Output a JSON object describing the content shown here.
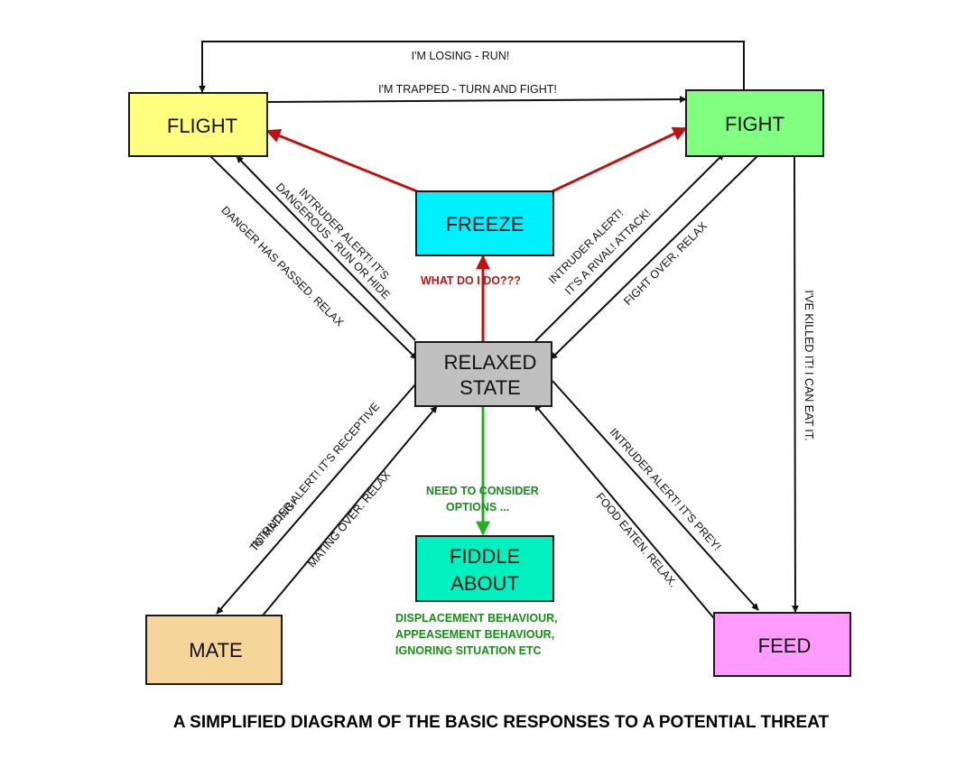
{
  "colors": {
    "flight": "#ffff80",
    "fight": "#80ff80",
    "freeze": "#00f0ff",
    "relaxed": "#c0c0c0",
    "fiddle": "#00f0c0",
    "mate": "#f5d59a",
    "feed": "#ff9aff",
    "red": "#c01010",
    "green": "#20b020",
    "black": "#111111",
    "note_red": "#b01818",
    "note_green": "#1a8a1a"
  },
  "nodes": {
    "flight": "FLIGHT",
    "fight": "FIGHT",
    "freeze": "FREEZE",
    "relaxed_1": "RELAXED",
    "relaxed_2": "STATE",
    "fiddle_1": "FIDDLE",
    "fiddle_2": "ABOUT",
    "mate": "MATE",
    "feed": "FEED"
  },
  "edges": {
    "losing_run": "I'M LOSING - RUN!",
    "trapped_fight": "I'M TRAPPED - TURN AND FIGHT!",
    "danger_passed": "DANGER HAS PASSED.  RELAX",
    "dangerous_1": "INTRUDER ALERT!  IT'S",
    "dangerous_2": "DANGEROUS - RUN OR HIDE",
    "rival_1": "INTRUDER ALERT!",
    "rival_2": "IT'S A RIVAL!  ATTACK!",
    "fight_over": "FIGHT OVER, RELAX",
    "killed_it": "I'VE KILLED IT!  I CAN EAT IT.",
    "receptive_1": "INTRUDER ALERT!  IT'S RECEPTIVE",
    "receptive_2": "TO MATING!",
    "mating_over": "MATING OVER.  RELAX",
    "prey": "INTRUDER ALERT!  IT'S PREY!",
    "food_eaten": "FOOD EATEN.  RELAX."
  },
  "notes": {
    "what_do_i_do": "WHAT DO I DO???",
    "consider_1": "NEED TO CONSIDER",
    "consider_2": "OPTIONS ...",
    "displacement_1": "DISPLACEMENT BEHAVIOUR,",
    "displacement_2": "APPEASEMENT BEHAVIOUR,",
    "displacement_3": "IGNORING SITUATION ETC"
  },
  "title": "A SIMPLIFIED DIAGRAM OF THE BASIC RESPONSES TO A POTENTIAL THREAT"
}
